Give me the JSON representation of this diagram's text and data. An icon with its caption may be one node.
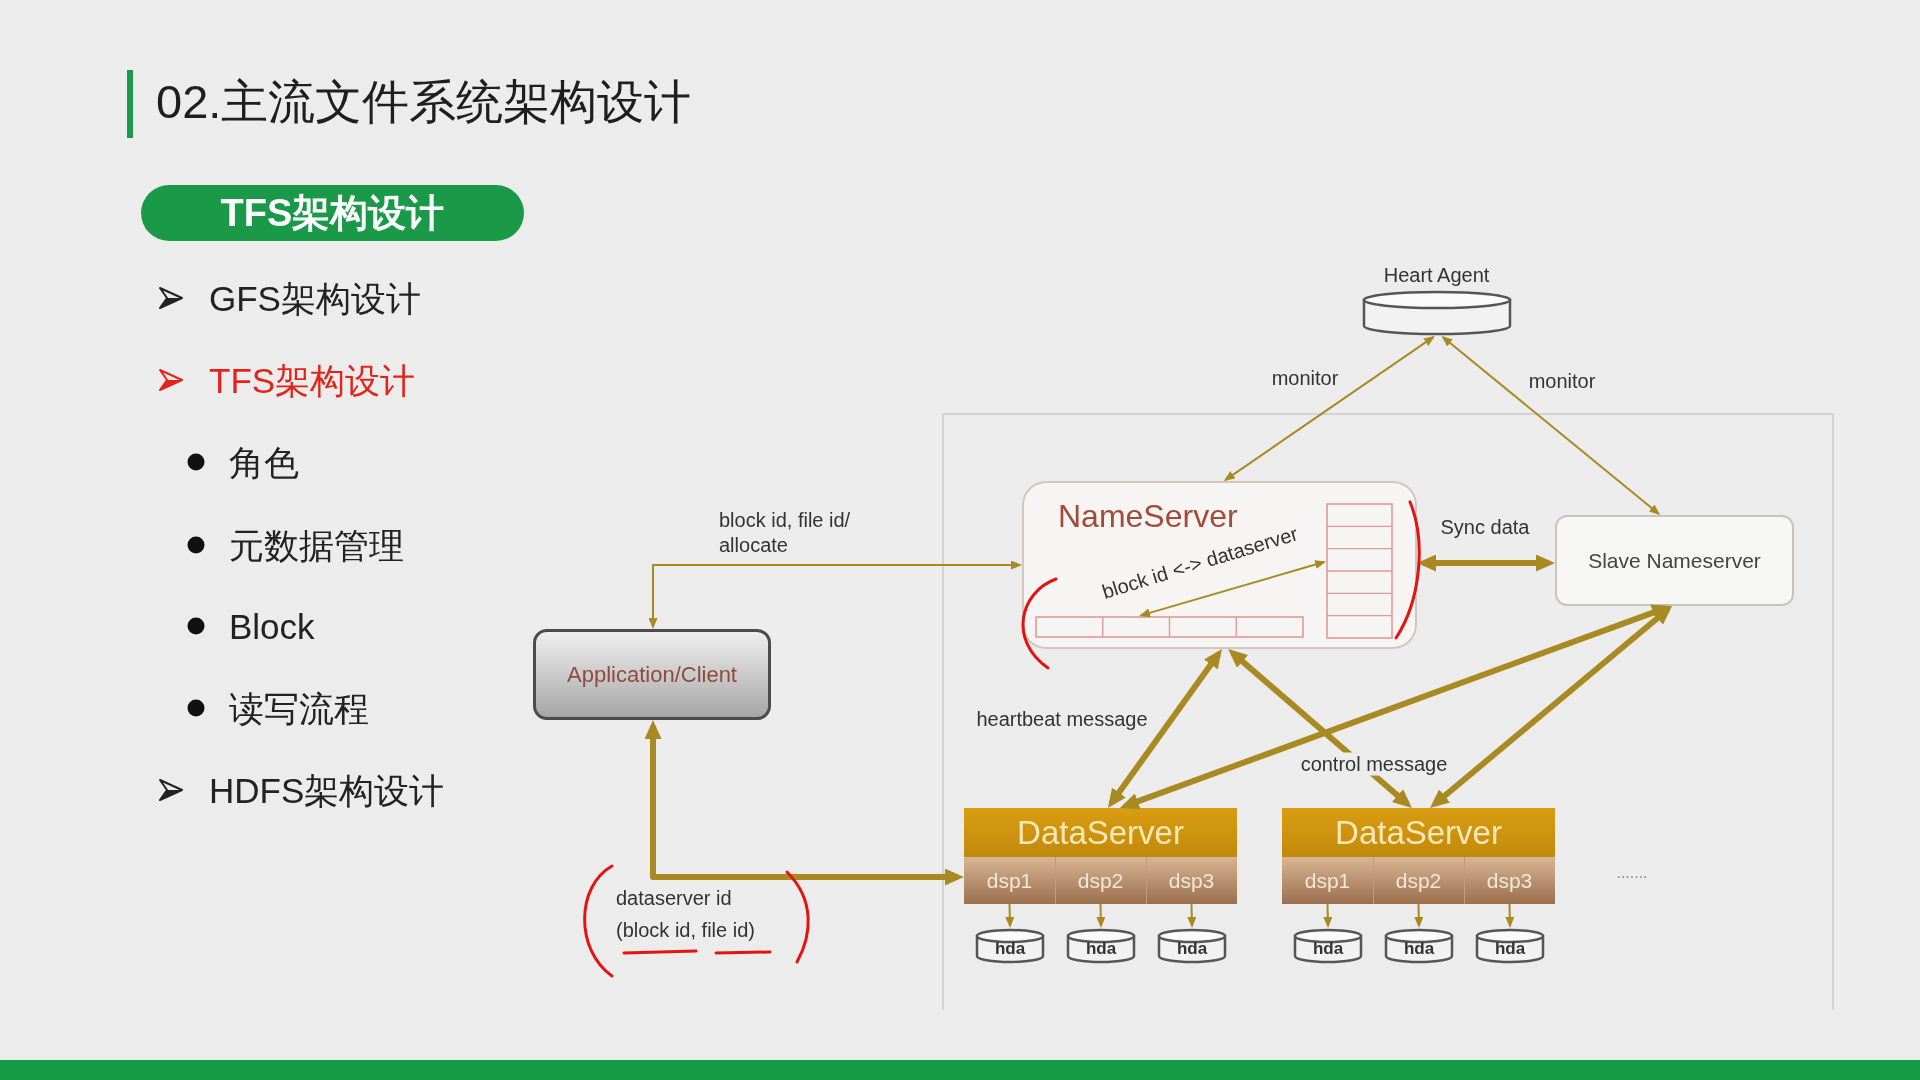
{
  "diagram": {
    "title": "02.主流文件系统架构设计",
    "nodes": [
      {
        "text": [
          "TFS架构设计"
        ]
      },
      {
        "text": [
          "Heart Agent"
        ]
      },
      {
        "text": [
          "NameServer"
        ]
      },
      {
        "text": [],
        "shape": "table",
        "in": 2
      },
      {
        "text": [],
        "shape": "table",
        "in": 2
      },
      {
        "text": [
          "Slave Nameserver"
        ]
      },
      {
        "text": [
          "Application/Client"
        ]
      },
      {
        "text": [
          "DataServer"
        ]
      },
      {
        "text": [
          "dsp1"
        ],
        "in": 7
      },
      {
        "text": [
          "dsp2"
        ],
        "in": 7
      },
      {
        "text": [
          "dsp3"
        ],
        "in": 7
      },
      {
        "text": [
          "DataServer"
        ]
      },
      {
        "text": [
          "dsp1"
        ],
        "in": 11
      },
      {
        "text": [
          "dsp2"
        ],
        "in": 11
      },
      {
        "text": [
          "dsp3"
        ],
        "in": 11
      },
      {
        "text": [
          "hda"
        ]
      },
      {
        "text": [
          "hda"
        ]
      },
      {
        "text": [
          "hda"
        ]
      },
      {
        "text": [
          "hda"
        ]
      },
      {
        "text": [
          "hda"
        ]
      },
      {
        "text": [
          "hda"
        ]
      }
    ],
    "edges": [
      {
        "from": 1,
        "to": 2,
        "arrow": "both",
        "label": "monitor"
      },
      {
        "from": 1,
        "to": 5,
        "arrow": "both",
        "label": "monitor"
      },
      {
        "from": 3,
        "to": 4,
        "arrow": "both",
        "label": "block id <-> dataserver"
      },
      {
        "from": 2,
        "to": 5,
        "arrow": "both",
        "label": "Sync data",
        "style": "thick"
      },
      {
        "from": 2,
        "to": 6,
        "arrow": "both",
        "label": "block id, file id/ allocate"
      },
      {
        "from": 6,
        "to": 7,
        "arrow": "both",
        "label": "dataserver id (block id, file id)",
        "style": "thick"
      },
      {
        "from": 2,
        "to": 7,
        "arrow": "both",
        "label": "heartbeat message",
        "style": "thick"
      },
      {
        "from": 2,
        "to": 11,
        "arrow": "both",
        "label": "control message",
        "style": "thick"
      },
      {
        "from": 5,
        "to": 7,
        "arrow": "both",
        "style": "thick"
      },
      {
        "from": 5,
        "to": 11,
        "arrow": "both",
        "style": "thick"
      },
      {
        "from": 8,
        "to": 15,
        "arrow": "to"
      },
      {
        "from": 9,
        "to": 16,
        "arrow": "to"
      },
      {
        "from": 10,
        "to": 17,
        "arrow": "to"
      },
      {
        "from": 12,
        "to": 18,
        "arrow": "to"
      },
      {
        "from": 13,
        "to": 19,
        "arrow": "to"
      },
      {
        "from": 14,
        "to": 20,
        "arrow": "to"
      }
    ],
    "labels": [
      "GFS架构设计",
      "TFS架构设计",
      "角色",
      "元数据管理",
      "Block",
      "读写流程",
      "HDFS架构设计",
      "......."
    ]
  }
}
